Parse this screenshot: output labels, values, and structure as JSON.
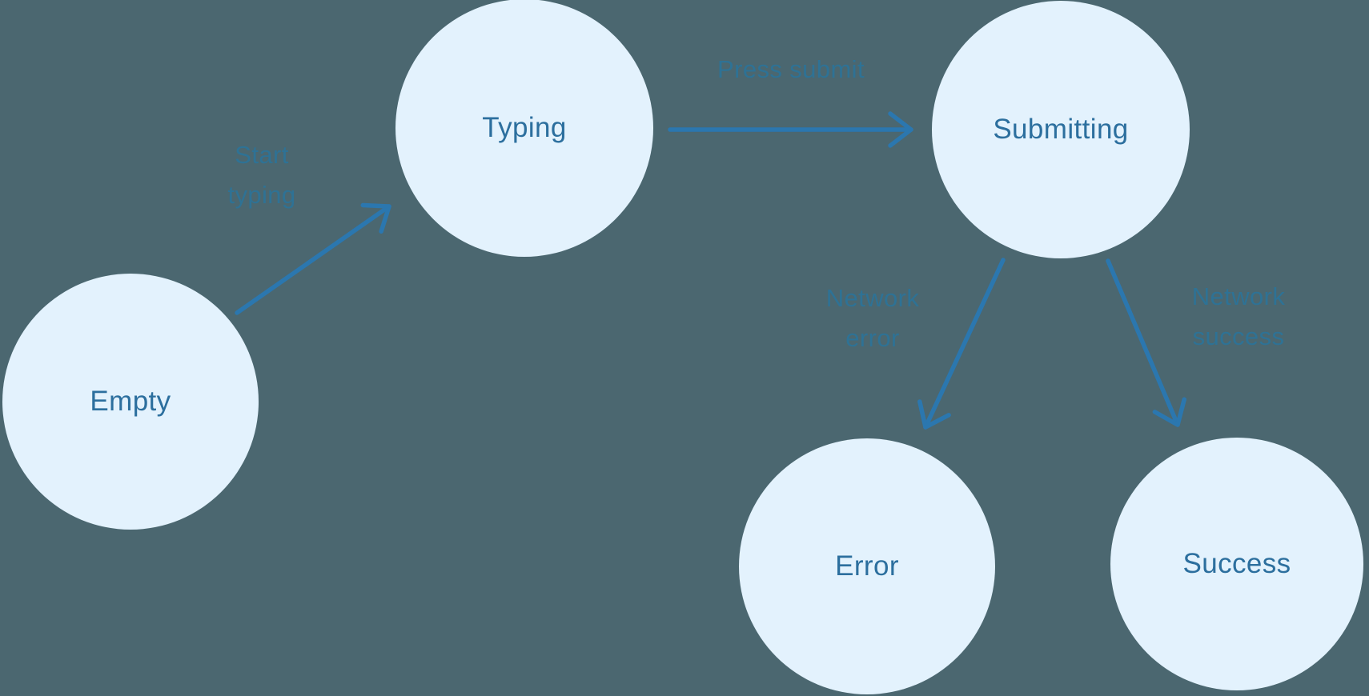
{
  "colors": {
    "background": "#4B6770",
    "node_fill": "#E3F2FD",
    "node_label": "#2C6F9E",
    "edge_label": "#2E7295",
    "arrow": "#2B77AF"
  },
  "diagram": {
    "type": "state-machine",
    "nodes": [
      {
        "id": "empty",
        "label": "Empty"
      },
      {
        "id": "typing",
        "label": "Typing"
      },
      {
        "id": "submitting",
        "label": "Submitting"
      },
      {
        "id": "error",
        "label": "Error"
      },
      {
        "id": "success",
        "label": "Success"
      }
    ],
    "edges": [
      {
        "from": "empty",
        "to": "typing",
        "label": "Start typing",
        "lines": [
          "Start",
          "typing"
        ]
      },
      {
        "from": "typing",
        "to": "submitting",
        "label": "Press submit",
        "lines": [
          "Press submit"
        ]
      },
      {
        "from": "submitting",
        "to": "error",
        "label": "Network error",
        "lines": [
          "Network",
          "error"
        ]
      },
      {
        "from": "submitting",
        "to": "success",
        "label": "Network success",
        "lines": [
          "Network",
          "success"
        ]
      }
    ]
  }
}
